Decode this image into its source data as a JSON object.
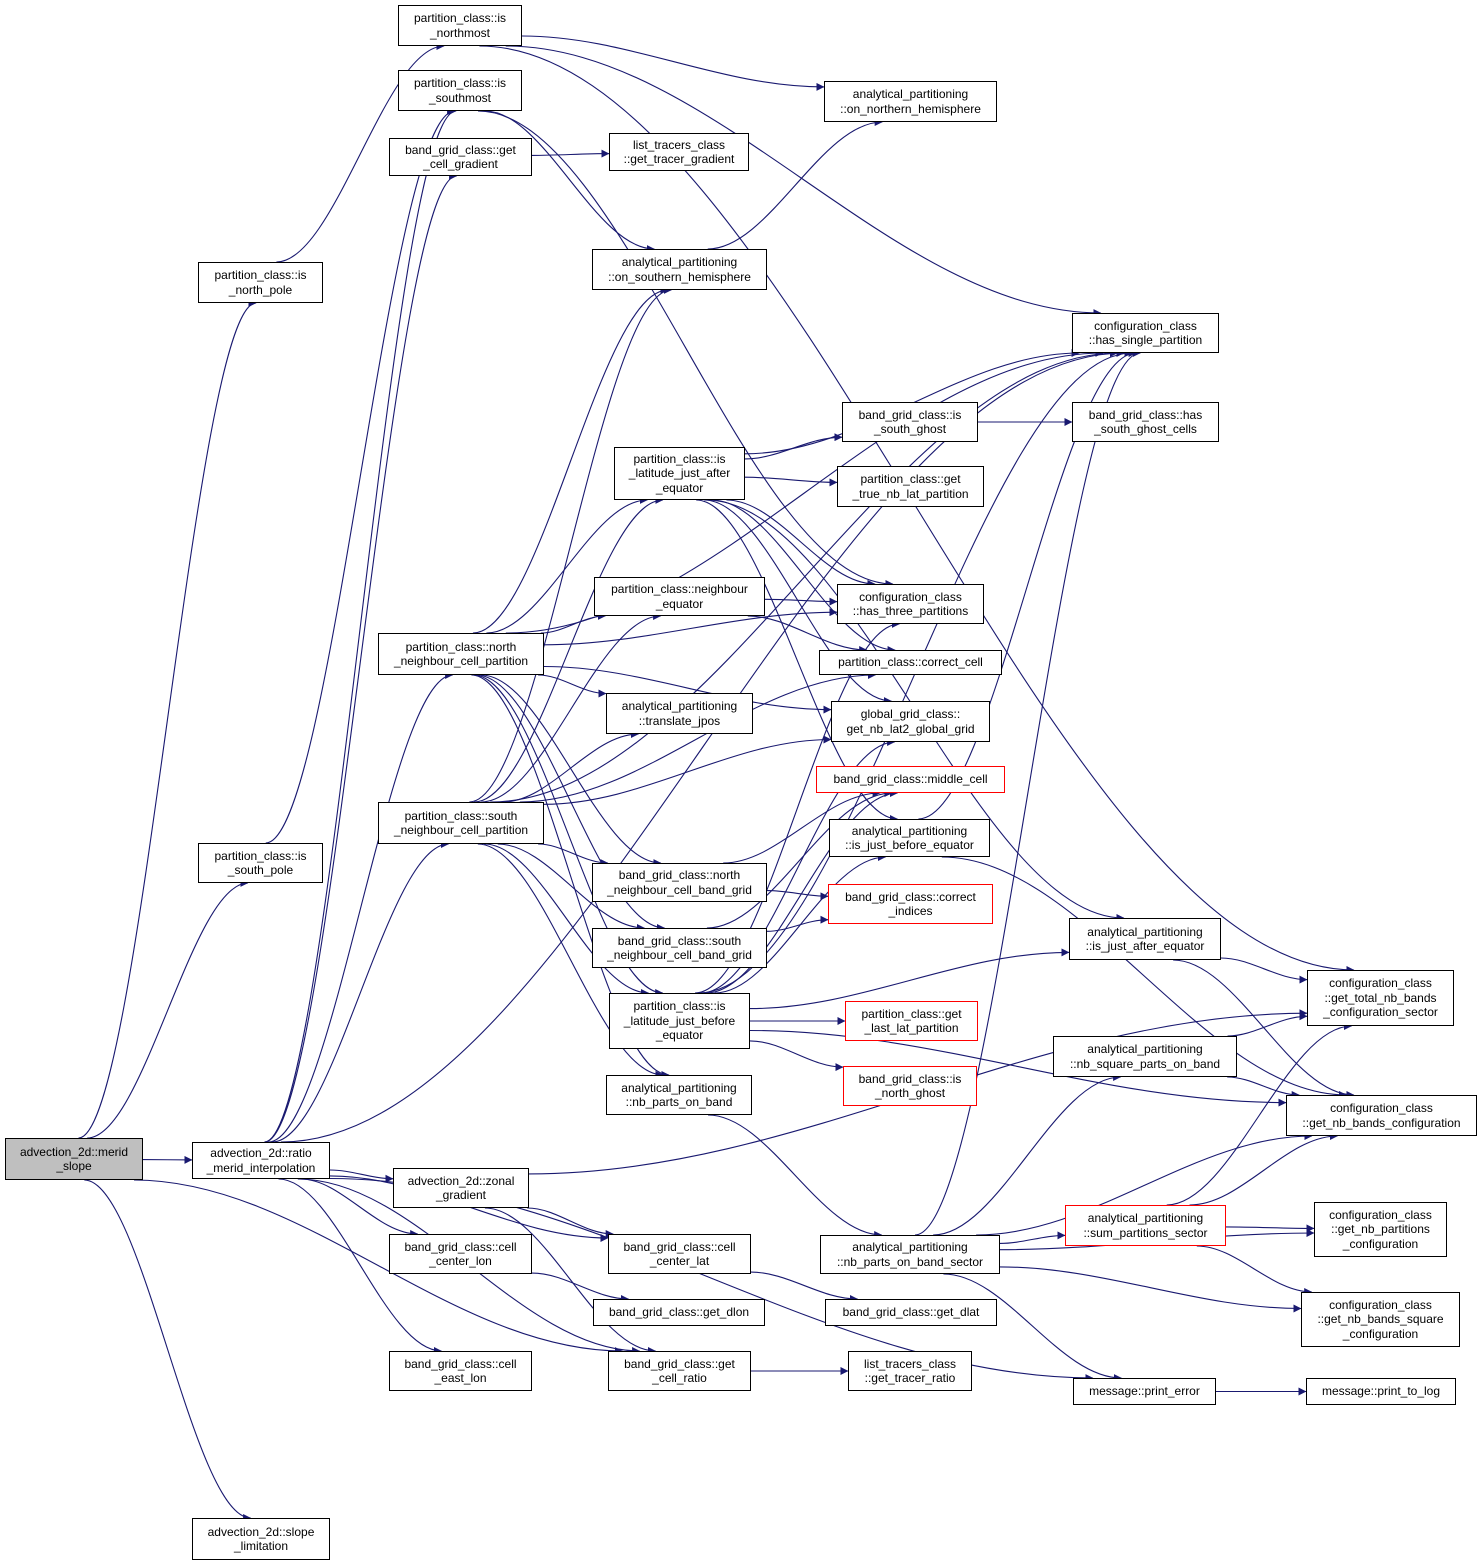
{
  "colors": {
    "edge": "#191970",
    "node_border": "#000000",
    "truncated_border": "#ff0000",
    "root_fill": "#bfbfbf"
  },
  "nodes": [
    {
      "id": "merid_slope",
      "lines": [
        "advection_2d::merid",
        "_slope"
      ],
      "root": true
    },
    {
      "id": "ratio_merid",
      "lines": [
        "advection_2d::ratio",
        "_merid_interpolation"
      ]
    },
    {
      "id": "slope_lim",
      "lines": [
        "advection_2d::slope",
        "_limitation"
      ]
    },
    {
      "id": "north_pole",
      "lines": [
        "partition_class::is",
        "_north_pole"
      ]
    },
    {
      "id": "south_pole",
      "lines": [
        "partition_class::is",
        "_south_pole"
      ]
    },
    {
      "id": "is_northmost",
      "lines": [
        "partition_class::is",
        "_northmost"
      ]
    },
    {
      "id": "is_southmost",
      "lines": [
        "partition_class::is",
        "_southmost"
      ]
    },
    {
      "id": "get_cell_gradient",
      "lines": [
        "band_grid_class::get",
        "_cell_gradient"
      ]
    },
    {
      "id": "get_tracer_gradient",
      "lines": [
        "list_tracers_class",
        "::get_tracer_gradient"
      ]
    },
    {
      "id": "on_northern",
      "lines": [
        "analytical_partitioning",
        "::on_northern_hemisphere"
      ]
    },
    {
      "id": "on_southern",
      "lines": [
        "analytical_partitioning",
        "::on_southern_hemisphere"
      ]
    },
    {
      "id": "has_single",
      "lines": [
        "configuration_class",
        "::has_single_partition"
      ]
    },
    {
      "id": "is_south_ghost",
      "lines": [
        "band_grid_class::is",
        "_south_ghost"
      ]
    },
    {
      "id": "has_south_ghost_cells",
      "lines": [
        "band_grid_class::has",
        "_south_ghost_cells"
      ]
    },
    {
      "id": "lat_after_eq",
      "lines": [
        "partition_class::is",
        "_latitude_just_after",
        "_equator"
      ]
    },
    {
      "id": "true_nb_lat",
      "lines": [
        "partition_class::get",
        "_true_nb_lat_partition"
      ]
    },
    {
      "id": "neighbour_equator",
      "lines": [
        "partition_class::neighbour",
        "_equator"
      ]
    },
    {
      "id": "has_three",
      "lines": [
        "configuration_class",
        "::has_three_partitions"
      ]
    },
    {
      "id": "north_neigh_part",
      "lines": [
        "partition_class::north",
        "_neighbour_cell_partition"
      ]
    },
    {
      "id": "correct_cell",
      "lines": [
        "partition_class::correct_cell"
      ]
    },
    {
      "id": "translate_jpos",
      "lines": [
        "analytical_partitioning",
        "::translate_jpos"
      ]
    },
    {
      "id": "nb_lat2",
      "lines": [
        "global_grid_class::",
        "get_nb_lat2_global_grid"
      ]
    },
    {
      "id": "middle_cell",
      "lines": [
        "band_grid_class::middle_cell"
      ],
      "truncated": true
    },
    {
      "id": "south_neigh_part",
      "lines": [
        "partition_class::south",
        "_neighbour_cell_partition"
      ]
    },
    {
      "id": "is_just_before_eq",
      "lines": [
        "analytical_partitioning",
        "::is_just_before_equator"
      ]
    },
    {
      "id": "north_neigh_band",
      "lines": [
        "band_grid_class::north",
        "_neighbour_cell_band_grid"
      ]
    },
    {
      "id": "correct_indices",
      "lines": [
        "band_grid_class::correct",
        "_indices"
      ],
      "truncated": true
    },
    {
      "id": "south_neigh_band",
      "lines": [
        "band_grid_class::south",
        "_neighbour_cell_band_grid"
      ]
    },
    {
      "id": "is_just_after_eq",
      "lines": [
        "analytical_partitioning",
        "::is_just_after_equator"
      ]
    },
    {
      "id": "lat_before_eq",
      "lines": [
        "partition_class::is",
        "_latitude_just_before",
        "_equator"
      ]
    },
    {
      "id": "last_lat",
      "lines": [
        "partition_class::get",
        "_last_lat_partition"
      ],
      "truncated": true
    },
    {
      "id": "total_nb_bands",
      "lines": [
        "configuration_class",
        "::get_total_nb_bands",
        "_configuration_sector"
      ]
    },
    {
      "id": "nb_square_parts",
      "lines": [
        "analytical_partitioning",
        "::nb_square_parts_on_band"
      ]
    },
    {
      "id": "is_north_ghost",
      "lines": [
        "band_grid_class::is",
        "_north_ghost"
      ],
      "truncated": true
    },
    {
      "id": "nb_parts_on_band",
      "lines": [
        "analytical_partitioning",
        "::nb_parts_on_band"
      ]
    },
    {
      "id": "nb_bands_config",
      "lines": [
        "configuration_class",
        "::get_nb_bands_configuration"
      ]
    },
    {
      "id": "zonal_gradient",
      "lines": [
        "advection_2d::zonal",
        "_gradient"
      ]
    },
    {
      "id": "sum_partitions",
      "lines": [
        "analytical_partitioning",
        "::sum_partitions_sector"
      ],
      "truncated": true
    },
    {
      "id": "nb_partitions_config",
      "lines": [
        "configuration_class",
        "::get_nb_partitions",
        "_configuration"
      ]
    },
    {
      "id": "cell_center_lon",
      "lines": [
        "band_grid_class::cell",
        "_center_lon"
      ]
    },
    {
      "id": "cell_center_lat",
      "lines": [
        "band_grid_class::cell",
        "_center_lat"
      ]
    },
    {
      "id": "nb_parts_sector",
      "lines": [
        "analytical_partitioning",
        "::nb_parts_on_band_sector"
      ]
    },
    {
      "id": "get_dlon",
      "lines": [
        "band_grid_class::get_dlon"
      ]
    },
    {
      "id": "get_dlat",
      "lines": [
        "band_grid_class::get_dlat"
      ]
    },
    {
      "id": "nb_bands_square",
      "lines": [
        "configuration_class",
        "::get_nb_bands_square",
        "_configuration"
      ]
    },
    {
      "id": "cell_east_lon",
      "lines": [
        "band_grid_class::cell",
        "_east_lon"
      ]
    },
    {
      "id": "get_cell_ratio",
      "lines": [
        "band_grid_class::get",
        "_cell_ratio"
      ]
    },
    {
      "id": "get_tracer_ratio",
      "lines": [
        "list_tracers_class",
        "::get_tracer_ratio"
      ]
    },
    {
      "id": "print_error",
      "lines": [
        "message::print_error"
      ]
    },
    {
      "id": "print_to_log",
      "lines": [
        "message::print_to_log"
      ]
    }
  ],
  "edges": [
    [
      "merid_slope",
      "ratio_merid"
    ],
    [
      "merid_slope",
      "north_pole"
    ],
    [
      "merid_slope",
      "south_pole"
    ],
    [
      "merid_slope",
      "slope_lim"
    ],
    [
      "merid_slope",
      "get_cell_ratio"
    ],
    [
      "north_pole",
      "is_northmost"
    ],
    [
      "south_pole",
      "is_southmost"
    ],
    [
      "is_northmost",
      "on_northern"
    ],
    [
      "is_northmost",
      "has_single"
    ],
    [
      "is_northmost",
      "total_nb_bands"
    ],
    [
      "is_southmost",
      "has_three"
    ],
    [
      "is_southmost",
      "on_southern"
    ],
    [
      "on_southern",
      "on_northern"
    ],
    [
      "get_cell_gradient",
      "get_tracer_gradient"
    ],
    [
      "ratio_merid",
      "is_southmost"
    ],
    [
      "ratio_merid",
      "get_cell_gradient"
    ],
    [
      "ratio_merid",
      "north_neigh_part"
    ],
    [
      "ratio_merid",
      "south_neigh_part"
    ],
    [
      "ratio_merid",
      "zonal_gradient"
    ],
    [
      "ratio_merid",
      "cell_center_lon"
    ],
    [
      "ratio_merid",
      "cell_center_lat"
    ],
    [
      "ratio_merid",
      "cell_east_lon"
    ],
    [
      "ratio_merid",
      "get_cell_ratio"
    ],
    [
      "ratio_merid",
      "print_error"
    ],
    [
      "ratio_merid",
      "has_single"
    ],
    [
      "zonal_gradient",
      "cell_center_lat"
    ],
    [
      "zonal_gradient",
      "get_cell_ratio"
    ],
    [
      "zonal_gradient",
      "total_nb_bands"
    ],
    [
      "cell_center_lon",
      "get_dlon"
    ],
    [
      "cell_center_lat",
      "get_dlat"
    ],
    [
      "get_cell_ratio",
      "get_tracer_ratio"
    ],
    [
      "north_neigh_part",
      "on_southern"
    ],
    [
      "north_neigh_part",
      "has_single"
    ],
    [
      "north_neigh_part",
      "lat_after_eq"
    ],
    [
      "north_neigh_part",
      "neighbour_equator"
    ],
    [
      "north_neigh_part",
      "translate_jpos"
    ],
    [
      "north_neigh_part",
      "nb_lat2"
    ],
    [
      "north_neigh_part",
      "north_neigh_band"
    ],
    [
      "north_neigh_part",
      "south_neigh_band"
    ],
    [
      "north_neigh_part",
      "lat_before_eq"
    ],
    [
      "north_neigh_part",
      "nb_parts_on_band"
    ],
    [
      "north_neigh_part",
      "has_three"
    ],
    [
      "south_neigh_part",
      "on_southern"
    ],
    [
      "south_neigh_part",
      "has_single"
    ],
    [
      "south_neigh_part",
      "lat_after_eq"
    ],
    [
      "south_neigh_part",
      "neighbour_equator"
    ],
    [
      "south_neigh_part",
      "translate_jpos"
    ],
    [
      "south_neigh_part",
      "nb_lat2"
    ],
    [
      "south_neigh_part",
      "correct_cell"
    ],
    [
      "south_neigh_part",
      "north_neigh_band"
    ],
    [
      "south_neigh_part",
      "south_neigh_band"
    ],
    [
      "south_neigh_part",
      "lat_before_eq"
    ],
    [
      "south_neigh_part",
      "nb_parts_on_band"
    ],
    [
      "lat_after_eq",
      "has_single"
    ],
    [
      "lat_after_eq",
      "is_south_ghost"
    ],
    [
      "lat_after_eq",
      "true_nb_lat"
    ],
    [
      "lat_after_eq",
      "has_three"
    ],
    [
      "lat_after_eq",
      "correct_cell"
    ],
    [
      "lat_after_eq",
      "nb_lat2"
    ],
    [
      "lat_after_eq",
      "is_just_before_eq"
    ],
    [
      "lat_after_eq",
      "is_just_after_eq"
    ],
    [
      "is_south_ghost",
      "has_south_ghost_cells"
    ],
    [
      "neighbour_equator",
      "has_three"
    ],
    [
      "neighbour_equator",
      "correct_cell"
    ],
    [
      "north_neigh_band",
      "middle_cell"
    ],
    [
      "north_neigh_band",
      "correct_indices"
    ],
    [
      "south_neigh_band",
      "correct_indices"
    ],
    [
      "south_neigh_band",
      "middle_cell"
    ],
    [
      "lat_before_eq",
      "has_single"
    ],
    [
      "lat_before_eq",
      "last_lat"
    ],
    [
      "lat_before_eq",
      "is_north_ghost"
    ],
    [
      "lat_before_eq",
      "has_three"
    ],
    [
      "lat_before_eq",
      "nb_lat2"
    ],
    [
      "lat_before_eq",
      "middle_cell"
    ],
    [
      "lat_before_eq",
      "is_just_before_eq"
    ],
    [
      "lat_before_eq",
      "is_just_after_eq"
    ],
    [
      "lat_before_eq",
      "nb_bands_config"
    ],
    [
      "is_just_before_eq",
      "has_single"
    ],
    [
      "is_just_before_eq",
      "nb_bands_config"
    ],
    [
      "is_just_after_eq",
      "total_nb_bands"
    ],
    [
      "is_just_after_eq",
      "nb_bands_config"
    ],
    [
      "nb_square_parts",
      "total_nb_bands"
    ],
    [
      "nb_square_parts",
      "nb_bands_config"
    ],
    [
      "nb_parts_on_band",
      "nb_parts_sector"
    ],
    [
      "nb_parts_sector",
      "has_single"
    ],
    [
      "nb_parts_sector",
      "nb_square_parts"
    ],
    [
      "nb_parts_sector",
      "sum_partitions"
    ],
    [
      "nb_parts_sector",
      "nb_partitions_config"
    ],
    [
      "nb_parts_sector",
      "nb_bands_square"
    ],
    [
      "nb_parts_sector",
      "print_error"
    ],
    [
      "nb_parts_sector",
      "nb_bands_config"
    ],
    [
      "sum_partitions",
      "total_nb_bands"
    ],
    [
      "sum_partitions",
      "nb_bands_config"
    ],
    [
      "sum_partitions",
      "nb_partitions_config"
    ],
    [
      "sum_partitions",
      "nb_bands_square"
    ],
    [
      "print_error",
      "print_to_log"
    ]
  ]
}
